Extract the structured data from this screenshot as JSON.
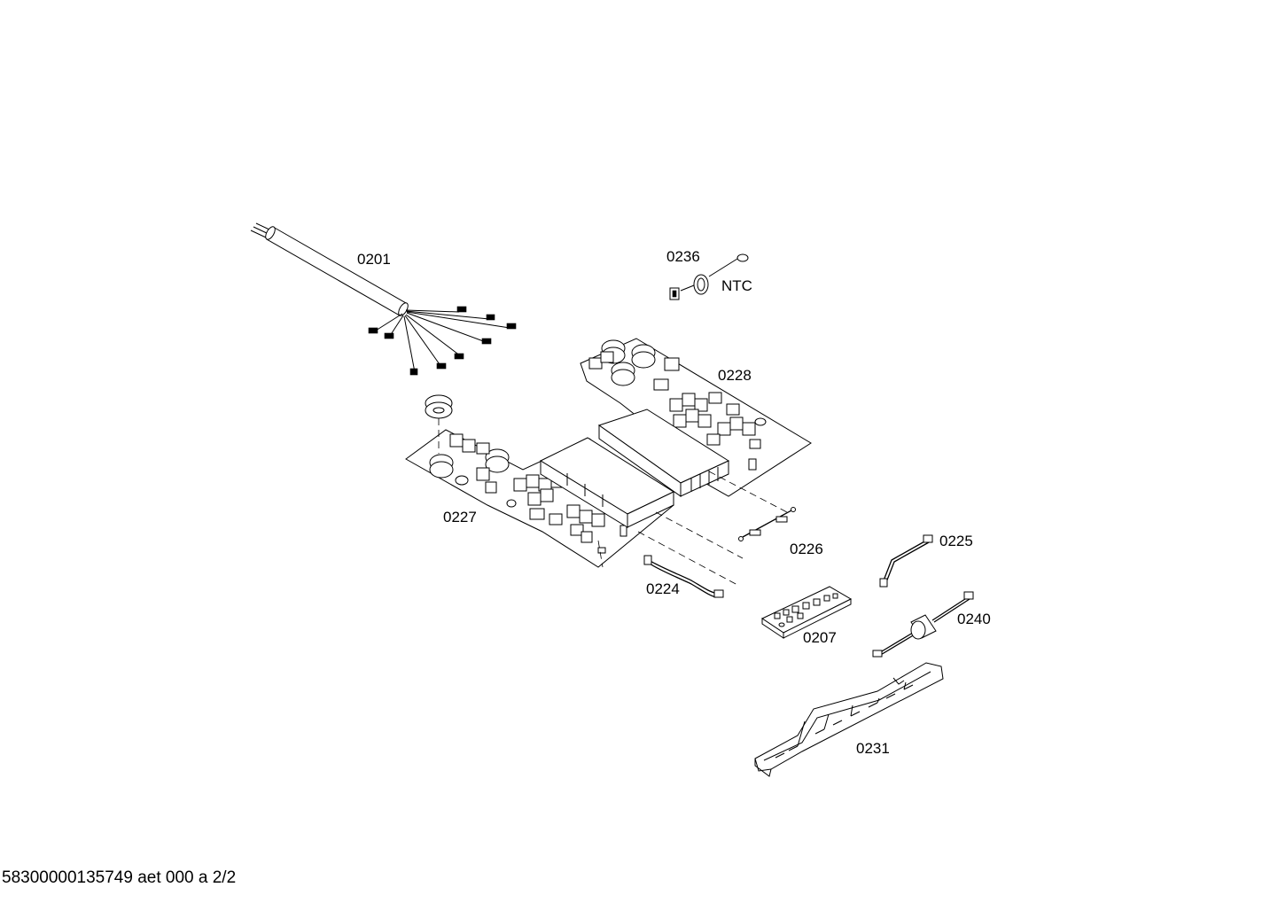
{
  "parts": [
    {
      "id": "cable",
      "number": "0201"
    },
    {
      "id": "ntc",
      "number": "0236",
      "note": "NTC"
    },
    {
      "id": "power-board-right",
      "number": "0228"
    },
    {
      "id": "power-board-left",
      "number": "0227"
    },
    {
      "id": "jumper-cable-mid",
      "number": "0226"
    },
    {
      "id": "ribbon-cable-right",
      "number": "0225"
    },
    {
      "id": "ribbon-cable-left",
      "number": "0224"
    },
    {
      "id": "ferrite-cable",
      "number": "0240"
    },
    {
      "id": "control-module",
      "number": "0207"
    },
    {
      "id": "holder-bracket",
      "number": "0231"
    }
  ],
  "footer": "58300000135749 aet 000 a 2/2"
}
